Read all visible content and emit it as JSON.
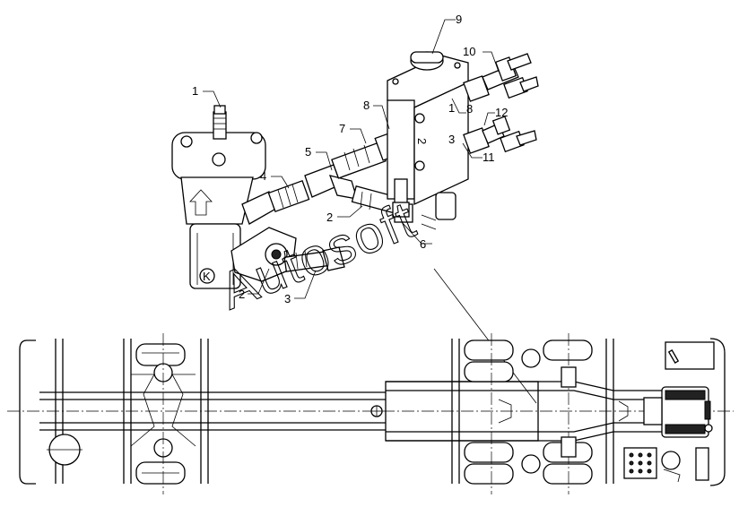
{
  "diagram": {
    "callouts": [
      {
        "id": "c1",
        "text": "1"
      },
      {
        "id": "c2a",
        "text": "2"
      },
      {
        "id": "c2b",
        "text": "2"
      },
      {
        "id": "c3",
        "text": "3"
      },
      {
        "id": "c4",
        "text": "4"
      },
      {
        "id": "c5",
        "text": "5"
      },
      {
        "id": "c6",
        "text": "6"
      },
      {
        "id": "c7",
        "text": "7"
      },
      {
        "id": "c8a",
        "text": "8"
      },
      {
        "id": "c8b",
        "text": "8"
      },
      {
        "id": "c9",
        "text": "9"
      },
      {
        "id": "c10",
        "text": "10"
      },
      {
        "id": "c11",
        "text": "11"
      },
      {
        "id": "c12",
        "text": "12"
      }
    ],
    "port_marks": [
      "1",
      "2",
      "3",
      "K"
    ],
    "watermark": "Autosoft"
  }
}
